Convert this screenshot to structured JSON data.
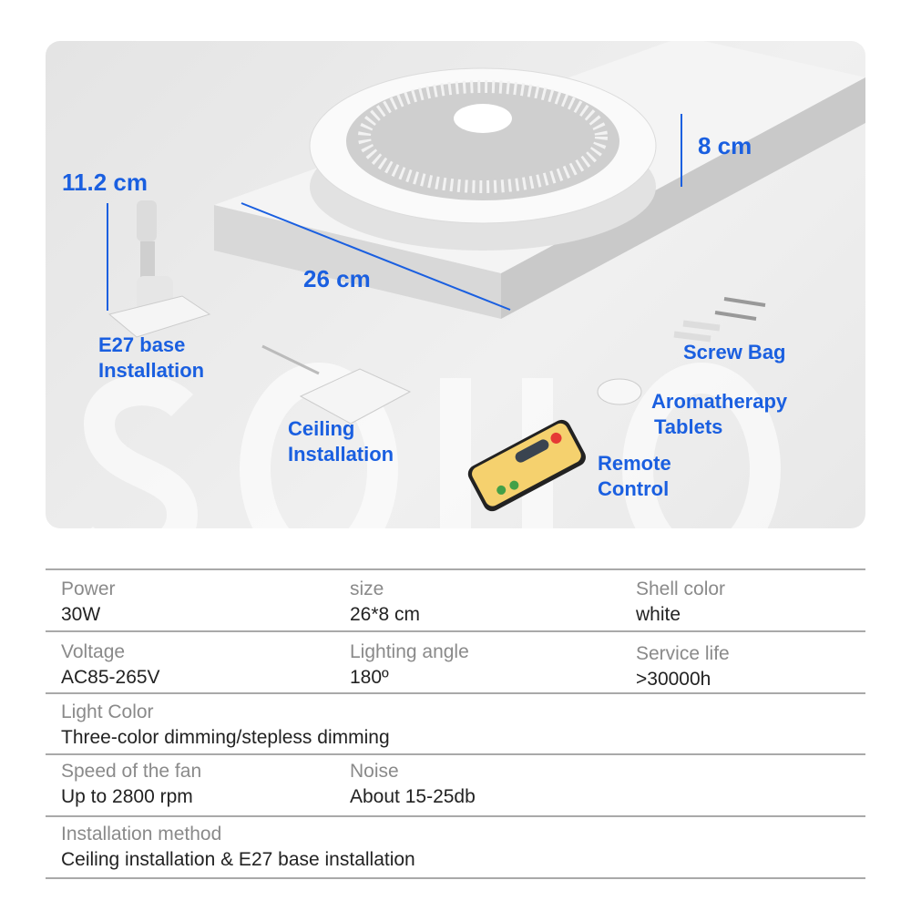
{
  "watermark": "SOIIO",
  "accent_color": "#1a5fe0",
  "dimensions": {
    "height_fan": "8 cm",
    "width_fan": "26 cm",
    "height_base": "11.2 cm"
  },
  "labels": {
    "e27": [
      "E27 base",
      "Installation"
    ],
    "ceiling": [
      "Ceiling",
      "Installation"
    ],
    "screw": "Screw Bag",
    "aroma": [
      "Aromatherapy",
      "Tablets"
    ],
    "remote": [
      "Remote",
      "Control"
    ]
  },
  "specs": {
    "power": {
      "label": "Power",
      "value": "30W"
    },
    "size": {
      "label": "size",
      "value": "26*8 cm"
    },
    "shell": {
      "label": "Shell color",
      "value": "white"
    },
    "voltage": {
      "label": "Voltage",
      "value": "AC85-265V"
    },
    "angle": {
      "label": "Lighting angle",
      "value": "180º"
    },
    "life": {
      "label": "Service life",
      "value": ">30000h"
    },
    "light": {
      "label": "Light Color",
      "value": "Three-color dimming/stepless dimming"
    },
    "speed": {
      "label": "Speed of the fan",
      "value": "Up to 2800 rpm"
    },
    "noise": {
      "label": "Noise",
      "value": "About 15-25db"
    },
    "install": {
      "label": "Installation method",
      "value": "Ceiling installation & E27 base installation"
    }
  }
}
